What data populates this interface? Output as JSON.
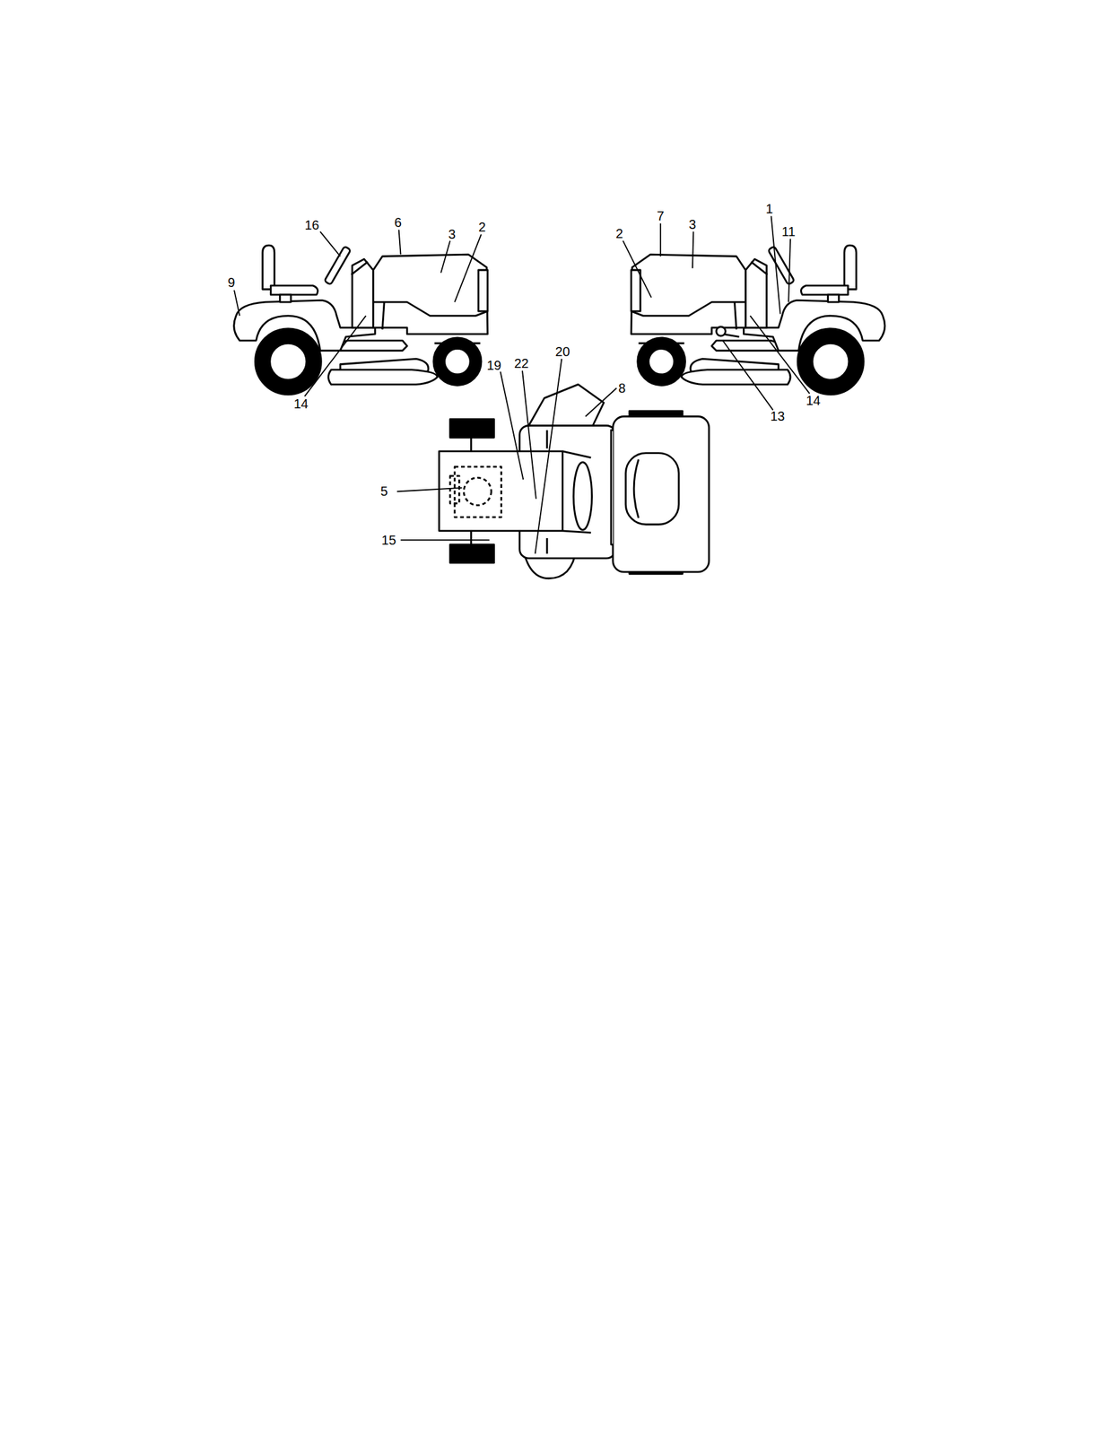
{
  "diagram": {
    "labels": [
      "16",
      "6",
      "3",
      "2",
      "9",
      "14",
      "2",
      "7",
      "3",
      "1",
      "11",
      "14",
      "13",
      "22",
      "20",
      "19",
      "8",
      "5",
      "15"
    ]
  }
}
